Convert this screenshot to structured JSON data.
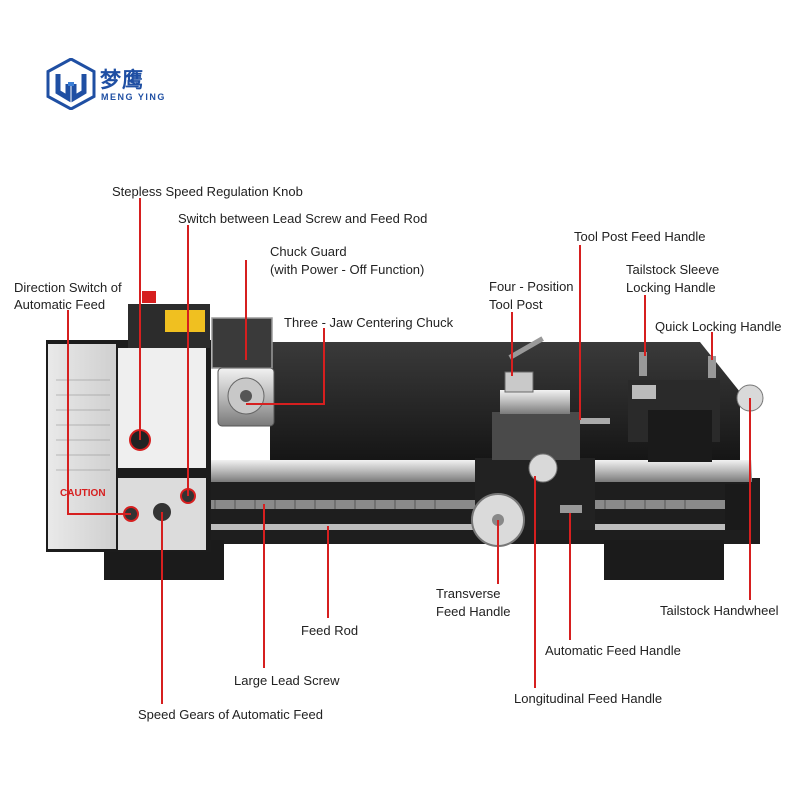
{
  "brand": {
    "name_cn": "梦鹰",
    "name_en": "MENG YING",
    "primary_color": "#1f4fa3",
    "accent_color": "#3c7fd6"
  },
  "machine": {
    "caution_text": "CAUTION",
    "accent_red": "#d61f1f"
  },
  "callouts": {
    "stepless_speed_knob": "Stepless Speed Regulation Knob",
    "switch_lead_feed": "Switch between Lead Screw and Feed Rod",
    "chuck_guard_line1": "Chuck Guard",
    "chuck_guard_line2": "(with Power - Off Function)",
    "tool_post_feed_handle": "Tool Post Feed Handle",
    "tailstock_sleeve_line1": "Tailstock Sleeve",
    "tailstock_sleeve_line2": "Locking Handle",
    "direction_switch_line1": "Direction Switch of",
    "direction_switch_line2": "Automatic Feed",
    "four_position_line1": "Four - Position",
    "four_position_line2": "Tool Post",
    "three_jaw_chuck": "Three - Jaw Centering Chuck",
    "quick_locking_handle": "Quick Locking Handle",
    "transverse_line1": "Transverse",
    "transverse_line2": "Feed Handle",
    "tailstock_handwheel": "Tailstock Handwheel",
    "feed_rod": "Feed Rod",
    "automatic_feed_handle": "Automatic Feed Handle",
    "large_lead_screw": "Large Lead Screw",
    "longitudinal_feed_handle": "Longitudinal Feed Handle",
    "speed_gears": "Speed Gears of Automatic Feed"
  }
}
